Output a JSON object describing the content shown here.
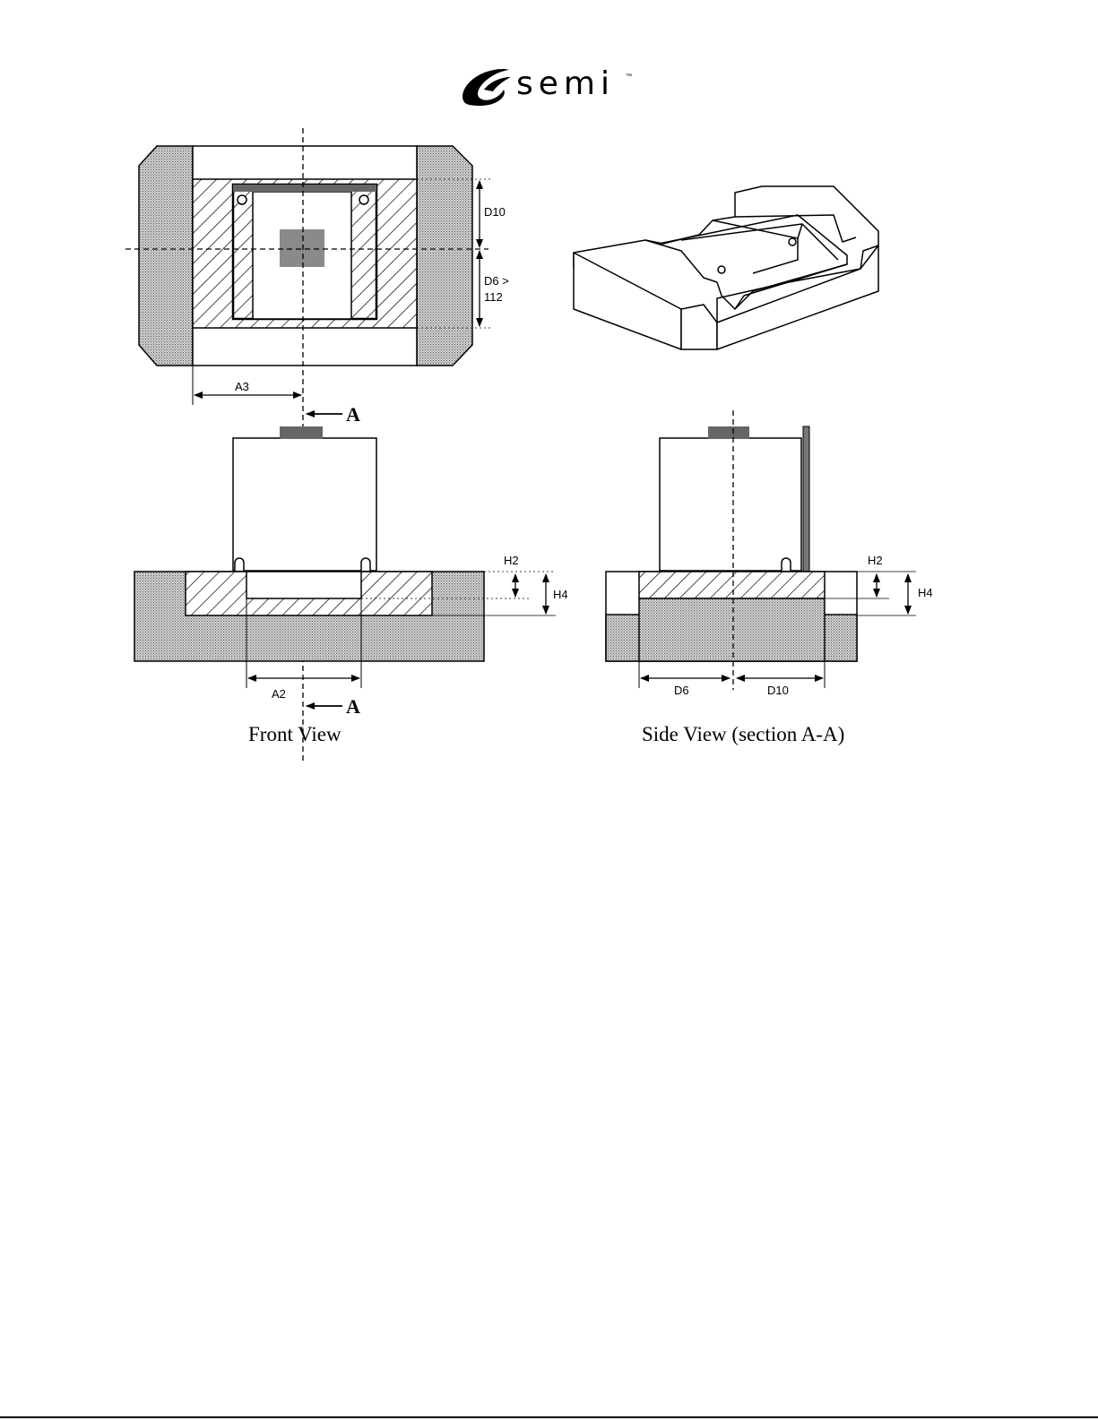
{
  "logo": {
    "text": "semi",
    "tm": "™"
  },
  "labels": {
    "d10": "D10",
    "d6_line1": "D6 >",
    "d6_line2": "112",
    "a3": "A3",
    "a2": "A2",
    "h2_front": "H2",
    "h4_front": "H4",
    "h2_side": "H2",
    "h4_side": "H4",
    "d6_side": "D6",
    "d10_side": "D10",
    "section_top": "A",
    "section_bottom": "A"
  },
  "captions": {
    "front": "Front View",
    "side": "Side View (section A-A)"
  }
}
